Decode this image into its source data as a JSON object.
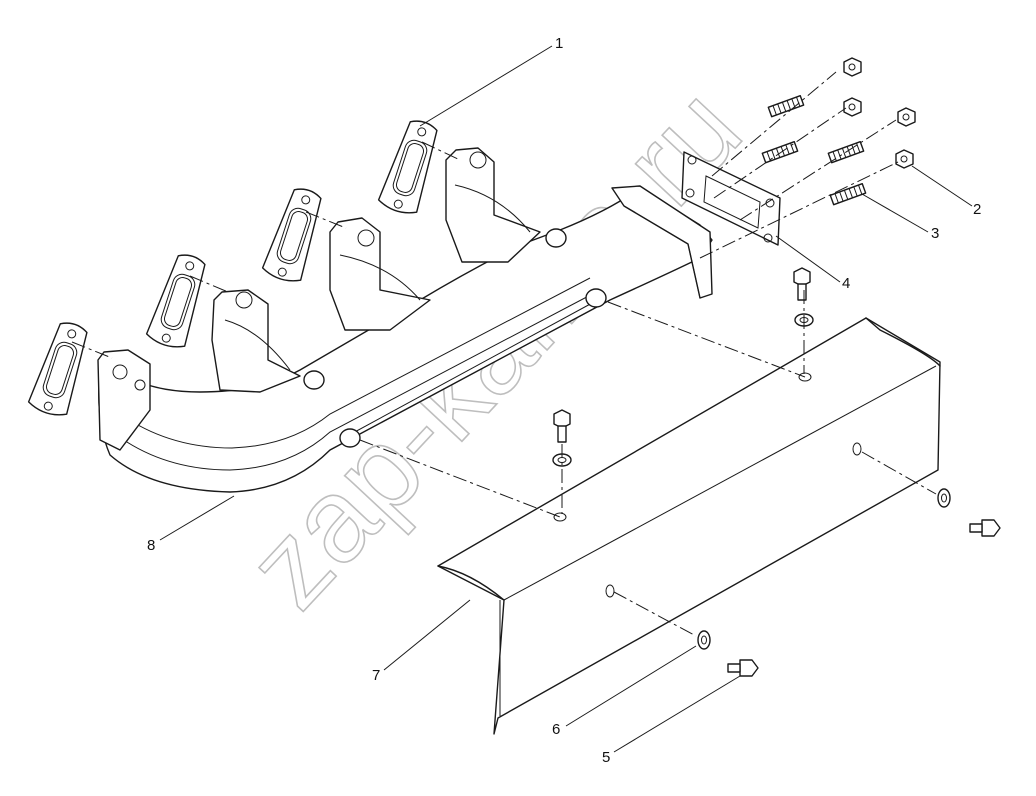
{
  "callouts": [
    {
      "id": "1",
      "label": "1"
    },
    {
      "id": "2",
      "label": "2"
    },
    {
      "id": "3",
      "label": "3"
    },
    {
      "id": "4",
      "label": "4"
    },
    {
      "id": "5",
      "label": "5"
    },
    {
      "id": "6",
      "label": "6"
    },
    {
      "id": "7",
      "label": "7"
    },
    {
      "id": "8",
      "label": "8"
    }
  ],
  "watermark": "zap-kama.ru"
}
